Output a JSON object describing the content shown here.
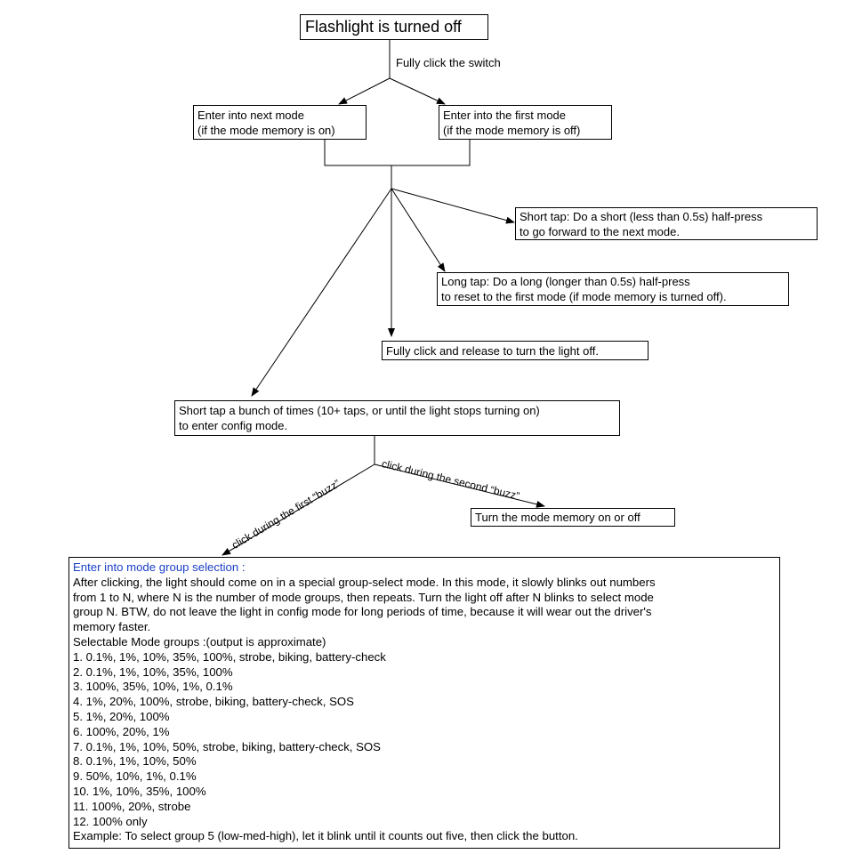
{
  "nodes": {
    "start": "Flashlight is turned off",
    "click_label": "Fully click the switch",
    "next_mode": [
      "Enter into next mode",
      "(if the mode memory is on)"
    ],
    "first_mode": [
      "Enter into the first mode",
      "(if the mode memory is off)"
    ],
    "short_tap": [
      "Short tap: Do a short (less than 0.5s) half-press",
      "to go forward to the next mode."
    ],
    "long_tap": [
      "Long tap: Do a long (longer than 0.5s) half-press",
      "to reset to the first mode (if mode memory is turned off)."
    ],
    "turn_off": "Fully click and release to turn the light off.",
    "config": [
      "Short tap a bunch of times (10+ taps, or until the light stops turning on)",
      "to enter config mode."
    ],
    "first_buzz_label": "click during the first “buzz”",
    "second_buzz_label": "click during the second “buzz”",
    "mode_memory": "Turn the mode memory on or off"
  },
  "mode_group": {
    "heading": "Enter into mode group selection :",
    "description": [
      "After clicking, the light should come on in a special group-select mode.  In this mode, it slowly blinks out numbers",
      "from 1 to N, where N is the number of mode groups, then repeats.  Turn the light off after N blinks to select mode",
      "group N.  BTW, do not leave the light in config mode for long periods of time, because it will wear out the driver's",
      "memory faster."
    ],
    "groups_title": "Selectable Mode groups :(output is approximate)",
    "groups": [
      "1. 0.1%, 1%, 10%, 35%, 100%, strobe, biking, battery-check",
      "2. 0.1%, 1%, 10%, 35%, 100%",
      "3. 100%, 35%, 10%, 1%, 0.1%",
      "4. 1%, 20%, 100%, strobe, biking, battery-check, SOS",
      "5. 1%, 20%, 100%",
      "6. 100%, 20%, 1%",
      "7. 0.1%, 1%, 10%, 50%, strobe, biking, battery-check, SOS",
      "8. 0.1%, 1%, 10%, 50%",
      "9. 50%, 10%, 1%, 0.1%",
      "10. 1%, 10%, 35%, 100%",
      "11. 100%, 20%, strobe",
      "12. 100% only"
    ],
    "example": "Example: To select group 5 (low-med-high), let it blink until it counts out five, then click the button."
  },
  "colors": {
    "heading": "#1a3fc8",
    "line": "#000000"
  }
}
